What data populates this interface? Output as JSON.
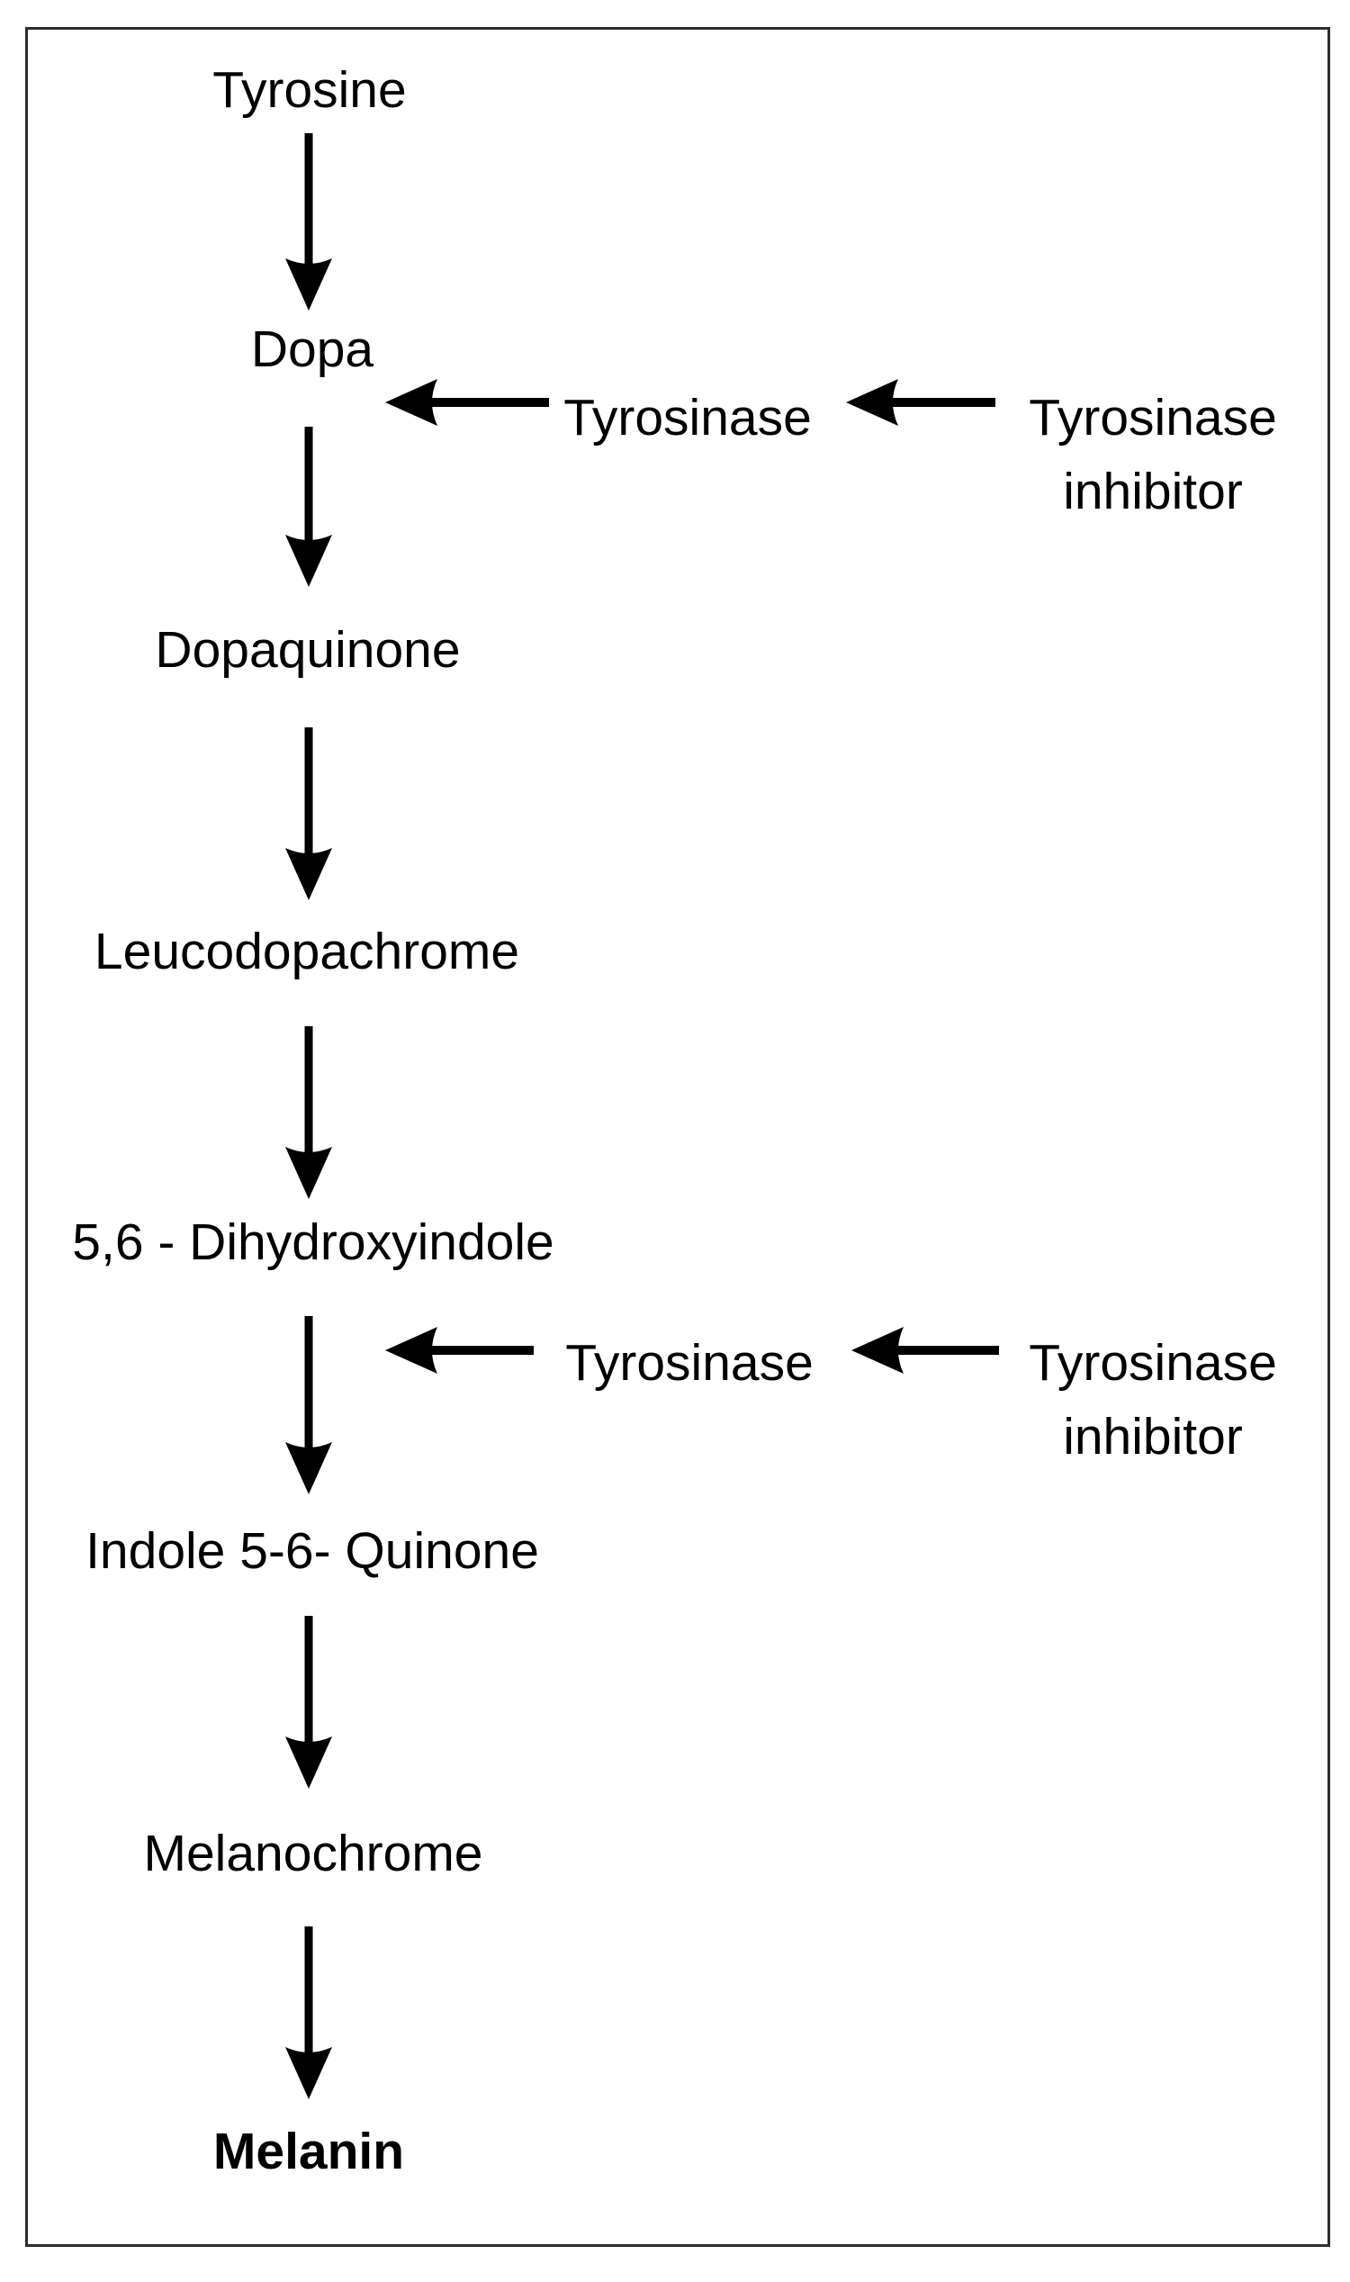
{
  "pathway": {
    "steps": [
      {
        "id": "tyrosine",
        "label": "Tyrosine"
      },
      {
        "id": "dopa",
        "label": "Dopa"
      },
      {
        "id": "dopaquinone",
        "label": "Dopaquinone"
      },
      {
        "id": "leucodopachrome",
        "label": "Leucodopachrome"
      },
      {
        "id": "dihydroxyindole",
        "label": "5,6 - Dihydroxyindole"
      },
      {
        "id": "indole-quinone",
        "label": "Indole 5-6- Quinone"
      },
      {
        "id": "melanochrome",
        "label": "Melanochrome"
      },
      {
        "id": "melanin",
        "label": "Melanin"
      }
    ],
    "enzyme_rows": [
      {
        "enzyme": "Tyrosinase",
        "inhibitor_line1": "Tyrosinase",
        "inhibitor_line2": "inhibitor"
      },
      {
        "enzyme": "Tyrosinase",
        "inhibitor_line1": "Tyrosinase",
        "inhibitor_line2": "inhibitor"
      }
    ],
    "colors": {
      "text": "#000000",
      "arrow": "#000000",
      "border": "#2d2d2d",
      "background": "#ffffff"
    }
  }
}
